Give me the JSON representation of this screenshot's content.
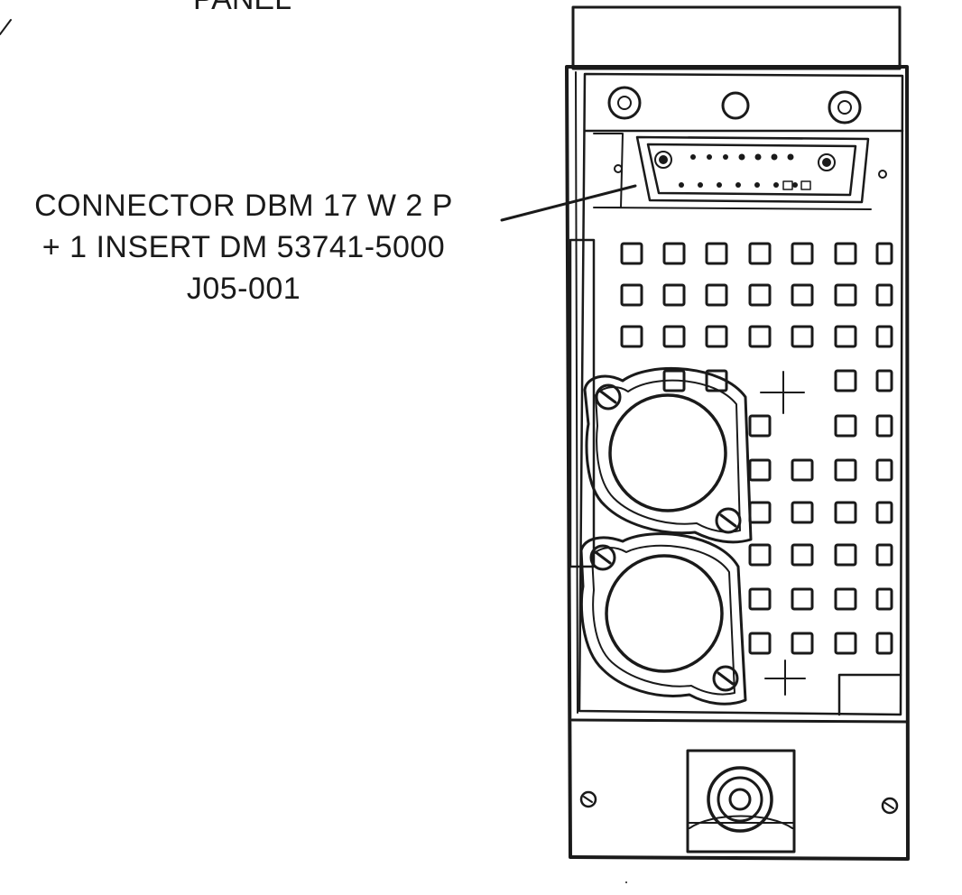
{
  "header_fragment": "PANEL",
  "callout": {
    "line1": "CONNECTOR DBM 17 W 2 P",
    "line2": "+ 1 INSERT DM 53741-5000",
    "line3": "J05-001"
  },
  "colors": {
    "ink": "#1a1a1a",
    "background": "#ffffff"
  }
}
